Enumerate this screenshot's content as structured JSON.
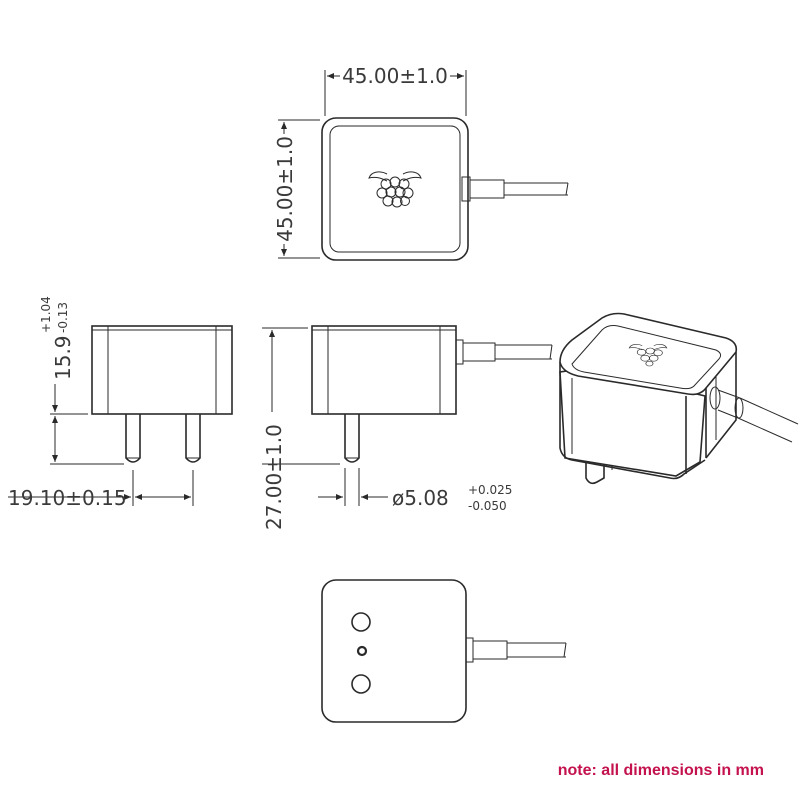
{
  "dimensions": {
    "top_width": "45.00±1.0",
    "top_height": "45.00±1.0",
    "body_height": "15.9",
    "body_height_tol_plus": "+1.04",
    "body_height_tol_minus": "-0.13",
    "pin_spacing": "19.10±0.15",
    "overall_height": "27.00±1.0",
    "pin_diameter": "ø5.08",
    "pin_diameter_tol_plus": "+0.025",
    "pin_diameter_tol_minus": "-0.050"
  },
  "note": "note: all dimensions in mm",
  "colors": {
    "note": "#c4124f",
    "line": "#2a2a2a"
  },
  "icons": {
    "logo": "raspberry-logo-icon"
  }
}
